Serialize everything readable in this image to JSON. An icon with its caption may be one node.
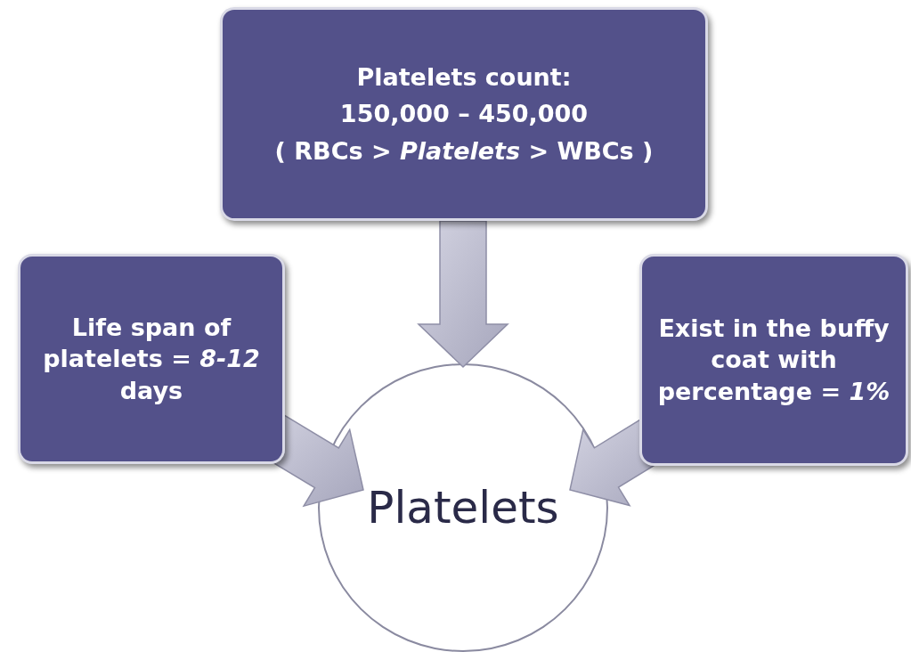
{
  "diagram": {
    "nodes": [
      {
        "text": [
          "Platelets count:",
          "150,000 – 450,000",
          "( RBCs > *Platelets* > WBCs )"
        ]
      },
      {
        "text": [
          "Life span of platelets = *8-12* days"
        ]
      },
      {
        "text": [
          "Exist in the buffy coat with percentage = *1%*"
        ]
      },
      {
        "text": [
          "Platelets"
        ]
      }
    ],
    "edges": [
      {
        "from": 0,
        "to": 3,
        "arrow": "to",
        "style": "thick"
      },
      {
        "from": 1,
        "to": 3,
        "arrow": "to",
        "style": "thick"
      },
      {
        "from": 2,
        "to": 3,
        "arrow": "to",
        "style": "thick"
      }
    ]
  }
}
